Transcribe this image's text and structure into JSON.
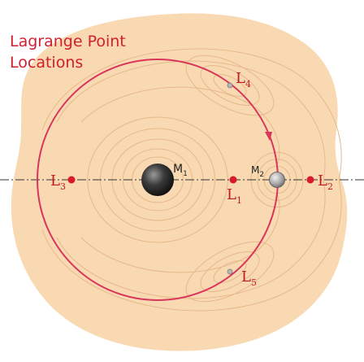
{
  "title": {
    "line1": "Lagrange Point",
    "line2": "Locations"
  },
  "masses": {
    "m1": {
      "base": "M",
      "sub": "1"
    },
    "m2": {
      "base": "M",
      "sub": "2"
    }
  },
  "points": {
    "l1": {
      "base": "L",
      "sub": "1"
    },
    "l2": {
      "base": "L",
      "sub": "2"
    },
    "l3": {
      "base": "L",
      "sub": "3"
    },
    "l4": {
      "base": "L",
      "sub": "4"
    },
    "l5": {
      "base": "L",
      "sub": "5"
    }
  },
  "colors": {
    "background_region": "#f9d9b2",
    "contour_lines": "#e6b88a",
    "orbit": "#d8365a",
    "point_marker": "#d81a2a",
    "axis_line": "#333333",
    "title": "#d01f2f",
    "label_text": "#c21b1b"
  }
}
